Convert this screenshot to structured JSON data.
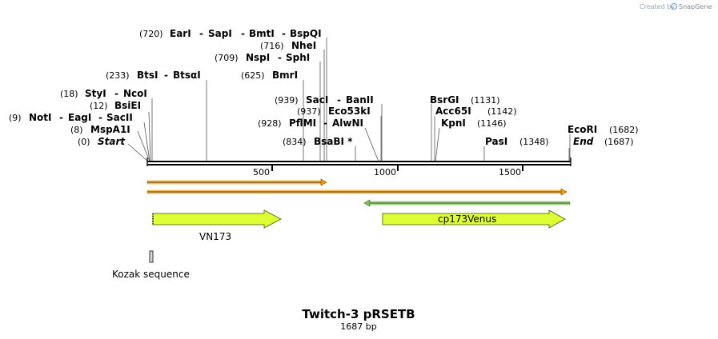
{
  "credit": {
    "created_by": "Created by",
    "app": "SnapGene"
  },
  "plasmid": {
    "name": "Twitch-3 pRSETB",
    "length_label": "1687 bp",
    "length": 1687
  },
  "axis": {
    "ticks": [
      500,
      1000,
      1500
    ]
  },
  "sites": [
    {
      "pos": "(720)",
      "names": [
        "EarI",
        "SapI",
        "BmtI",
        "BspQI"
      ],
      "bp": 720
    },
    {
      "pos": "(716)",
      "names": [
        "NheI"
      ],
      "bp": 716
    },
    {
      "pos": "(709)",
      "names": [
        "NspI",
        "SphI"
      ],
      "bp": 709
    },
    {
      "pos": "(233)",
      "names": [
        "BtsI",
        "BtsαI"
      ],
      "bp": 233
    },
    {
      "pos": "(625)",
      "names": [
        "BmrI"
      ],
      "bp": 625
    },
    {
      "pos": "(18)",
      "names": [
        "StyI",
        "NcoI"
      ],
      "bp": 18
    },
    {
      "pos": "(939)",
      "names": [
        "SacI",
        "BanII"
      ],
      "bp": 939
    },
    {
      "names": [
        "BsrGI"
      ],
      "pos": "(1131)",
      "bp": 1131
    },
    {
      "pos": "(12)",
      "names": [
        "BsiEI"
      ],
      "bp": 12
    },
    {
      "pos": "(937)",
      "names": [
        "Eco53kI"
      ],
      "bp": 937
    },
    {
      "names": [
        "Acc65I"
      ],
      "pos": "(1142)",
      "bp": 1142
    },
    {
      "pos": "(9)",
      "names": [
        "NotI",
        "EagI",
        "SacII"
      ],
      "bp": 9
    },
    {
      "pos": "(928)",
      "names": [
        "PflMI",
        "AlwNI"
      ],
      "bp": 928
    },
    {
      "names": [
        "KpnI"
      ],
      "pos": "(1146)",
      "bp": 1146
    },
    {
      "names": [
        "EcoRI"
      ],
      "pos": "(1682)",
      "bp": 1682
    },
    {
      "pos": "(8)",
      "names": [
        "MspA1I"
      ],
      "bp": 8
    },
    {
      "pos": "(834)",
      "names": [
        "BsaBI *"
      ],
      "bp": 834
    },
    {
      "names": [
        "PasI"
      ],
      "pos": "(1348)",
      "bp": 1348
    },
    {
      "pos": "(0)",
      "names": [
        "Start"
      ],
      "bp": 0
    },
    {
      "names": [
        "End"
      ],
      "pos": "(1687)",
      "bp": 1687
    }
  ],
  "features": [
    {
      "name": "VN173",
      "color": "#ddff33"
    },
    {
      "name": "cp173Venus",
      "color": "#ddff33"
    },
    {
      "name": "Kozak sequence",
      "color": "#d9d9d9"
    }
  ],
  "orfs": [
    {
      "color": "#ff9900"
    },
    {
      "color": "#ff9900"
    },
    {
      "color": "#7ec35a"
    }
  ]
}
